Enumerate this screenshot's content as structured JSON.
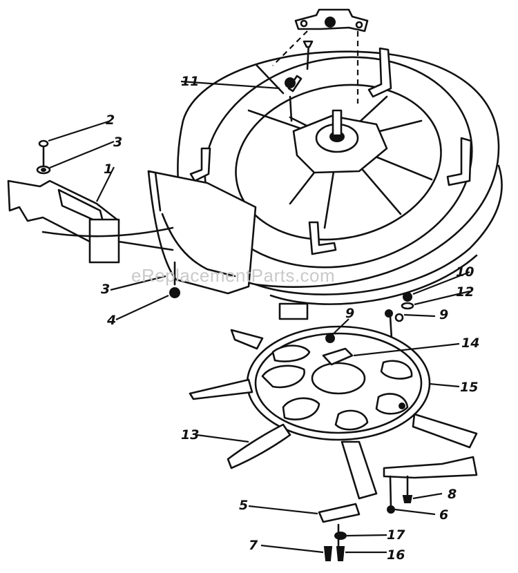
{
  "watermark": "eReplacementParts.com",
  "callouts": [
    "1",
    "2",
    "3",
    "3",
    "4",
    "5",
    "6",
    "7",
    "8",
    "9",
    "9",
    "10",
    "11",
    "12",
    "13",
    "14",
    "15",
    "16",
    "17"
  ]
}
